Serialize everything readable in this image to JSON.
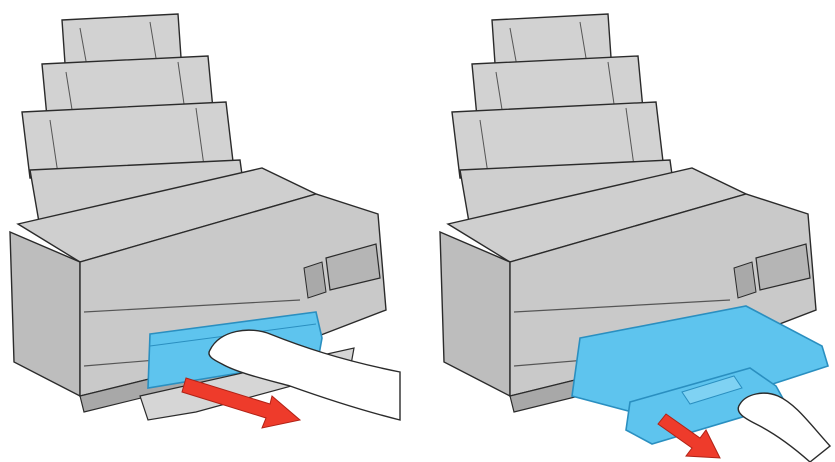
{
  "panels": [
    {
      "id": "left",
      "step": "pull-out-front-tray"
    },
    {
      "id": "right",
      "step": "pull-out-tray-extension"
    }
  ],
  "colors": {
    "printer_body": "#c9c9c9",
    "printer_light": "#dadada",
    "printer_dark": "#9a9a9a",
    "outline": "#2b2b2b",
    "tray_blue": "#5ec4ee",
    "tray_blue_dark": "#2a8fc0",
    "arrow_red": "#ee3b2b",
    "skin": "#ffffff"
  }
}
